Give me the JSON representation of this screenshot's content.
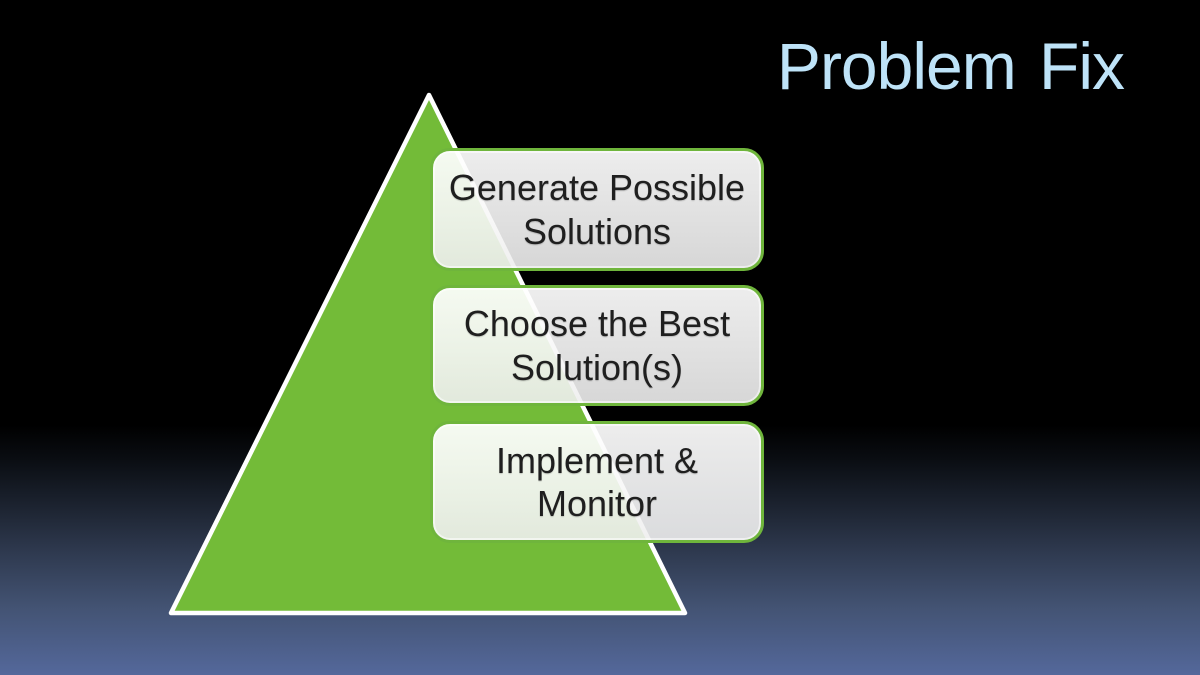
{
  "slide": {
    "title": "Problem Fix",
    "title_color": "#BEE3F8",
    "background_top_color": "#000000",
    "background_bottom_color": "#54689B"
  },
  "pyramid": {
    "type": "triangle-overlay-list",
    "triangle_fill_color": "#73BB38",
    "triangle_outline_color": "#FFFFFF",
    "step_border_color": "#6FB53C",
    "step_fill_color": "#EDEDED",
    "step_text_color": "#1F1F1F",
    "steps": [
      {
        "label": "Generate Possible\nSolutions"
      },
      {
        "label": "Choose the Best\nSolution(s)"
      },
      {
        "label": "Implement &\nMonitor"
      }
    ]
  }
}
